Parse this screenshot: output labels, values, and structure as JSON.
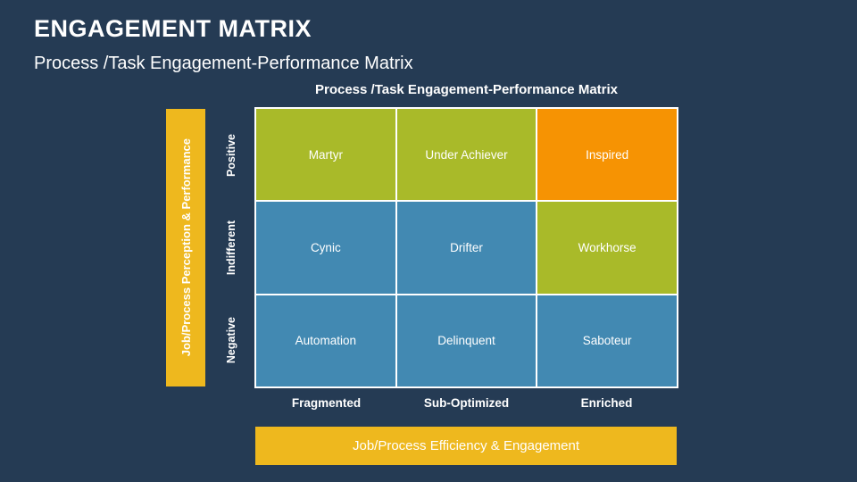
{
  "slide": {
    "title": "ENGAGEMENT MATRIX",
    "subtitle": "Process /Task Engagement-Performance Matrix"
  },
  "matrix": {
    "title": "Process /Task Engagement-Performance Matrix",
    "y_axis": {
      "label": "Job/Process Perception & Performance",
      "categories": [
        "Positive",
        "Indifferent",
        "Negative"
      ]
    },
    "x_axis": {
      "label": "Job/Process Efficiency & Engagement",
      "categories": [
        "Fragmented",
        "Sub-Optimized",
        "Enriched"
      ]
    },
    "cells": [
      {
        "row": "Positive",
        "col": "Fragmented",
        "label": "Martyr",
        "color": "green"
      },
      {
        "row": "Positive",
        "col": "Sub-Optimized",
        "label": "Under Achiever",
        "color": "green"
      },
      {
        "row": "Positive",
        "col": "Enriched",
        "label": "Inspired",
        "color": "orange"
      },
      {
        "row": "Indifferent",
        "col": "Fragmented",
        "label": "Cynic",
        "color": "blue"
      },
      {
        "row": "Indifferent",
        "col": "Sub-Optimized",
        "label": "Drifter",
        "color": "blue"
      },
      {
        "row": "Indifferent",
        "col": "Enriched",
        "label": "Workhorse",
        "color": "green"
      },
      {
        "row": "Negative",
        "col": "Fragmented",
        "label": "Automation",
        "color": "blue"
      },
      {
        "row": "Negative",
        "col": "Sub-Optimized",
        "label": "Delinquent",
        "color": "blue"
      },
      {
        "row": "Negative",
        "col": "Enriched",
        "label": "Saboteur",
        "color": "blue"
      }
    ]
  },
  "colors": {
    "background": "#253b54",
    "green": "#a9ba29",
    "blue": "#4289b2",
    "orange": "#f69303",
    "yellow": "#eeb81e",
    "text": "#ffffff"
  }
}
